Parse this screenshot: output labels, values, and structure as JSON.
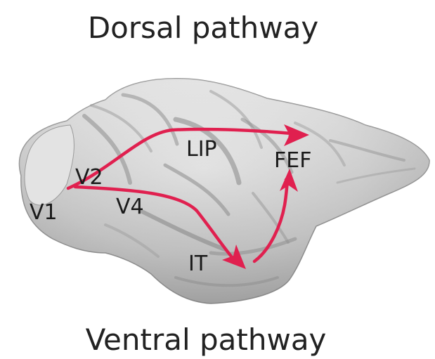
{
  "titles": {
    "top": "Dorsal pathway",
    "bottom": "Ventral pathway"
  },
  "areas": {
    "v1": "V1",
    "v2": "V2",
    "v4": "V4",
    "lip": "LIP",
    "fef": "FEF",
    "it": "IT"
  },
  "colors": {
    "arrow": "#e0204f",
    "text": "#1a1a1a"
  }
}
